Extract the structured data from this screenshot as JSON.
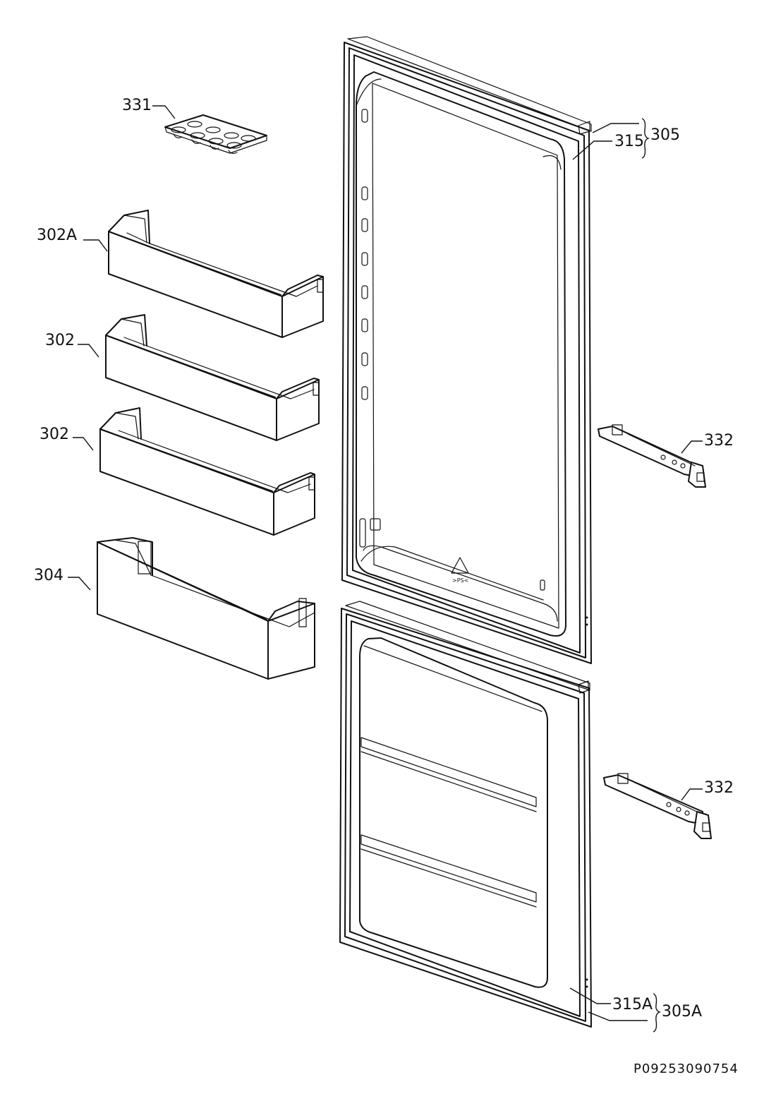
{
  "labels": {
    "egg_tray": "331",
    "door_shelf_top": "302A",
    "door_shelf_mid1": "302",
    "door_shelf_mid2": "302",
    "bottle_shelf": "304",
    "upper_door_assembly": "305",
    "upper_door_gasket": "315",
    "hinge_upper": "332",
    "hinge_lower": "332",
    "lower_door_gasket": "315A",
    "lower_door_assembly": "305A"
  },
  "recycle_mark": ">PS<",
  "document_id": "P09253090754"
}
